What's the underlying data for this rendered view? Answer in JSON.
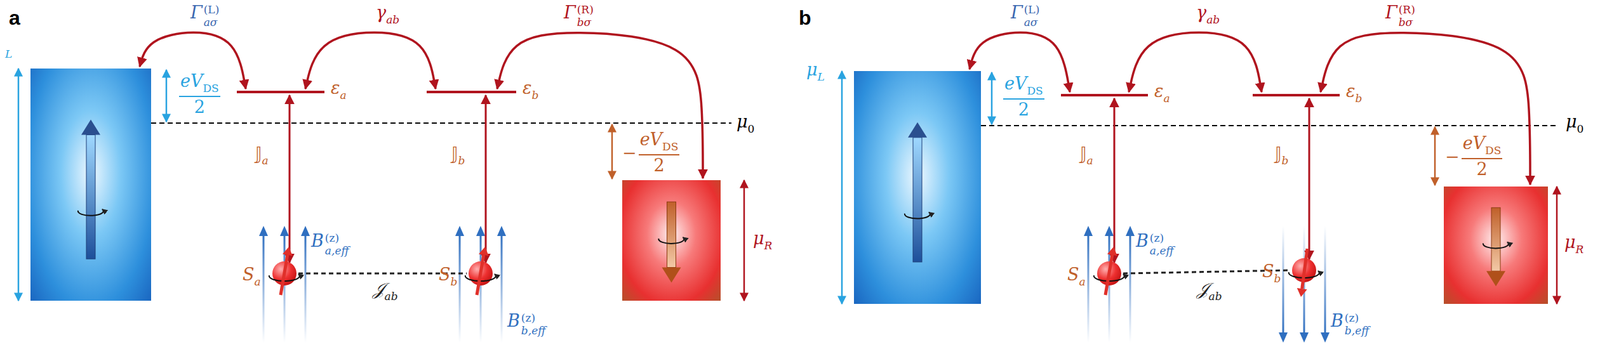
{
  "diagram": {
    "nodes": [
      {
        "text": [
          "L"
        ]
      },
      {
        "text": [
          "ε",
          "a"
        ]
      },
      {
        "text": [
          "ε",
          "b"
        ]
      },
      {
        "text": [
          "μ",
          "R"
        ]
      },
      {
        "text": [
          "S",
          "a"
        ]
      },
      {
        "text": [
          "S",
          "b"
        ]
      },
      {
        "text": [
          "μ",
          "L"
        ]
      },
      {
        "text": [
          "ε",
          "a"
        ]
      },
      {
        "text": [
          "ε",
          "b"
        ]
      },
      {
        "text": [
          "μ",
          "R"
        ]
      },
      {
        "text": [
          "S",
          "a"
        ]
      },
      {
        "text": [
          "S",
          "b"
        ]
      }
    ],
    "edges": [
      {
        "from": 0,
        "to": 1,
        "arrow": "both"
      },
      {
        "from": 1,
        "to": 2,
        "arrow": "both"
      },
      {
        "from": 2,
        "to": 3,
        "arrow": "both"
      },
      {
        "from": 1,
        "to": 4,
        "arrow": "both"
      },
      {
        "from": 2,
        "to": 5,
        "arrow": "both"
      },
      {
        "from": 4,
        "to": 5,
        "arrow": "none"
      },
      {
        "from": 6,
        "to": 7,
        "arrow": "both"
      },
      {
        "from": 7,
        "to": 8,
        "arrow": "both"
      },
      {
        "from": 8,
        "to": 9,
        "arrow": "both"
      },
      {
        "from": 7,
        "to": 10,
        "arrow": "both"
      },
      {
        "from": 8,
        "to": 11,
        "arrow": "both"
      },
      {
        "from": 10,
        "to": 11,
        "arrow": "none"
      }
    ],
    "labels": [
      "a",
      "Γ",
      "(L)",
      "aσ",
      "γ",
      "ab",
      "Γ",
      "(R)",
      "bσ",
      "eV",
      "DS",
      "2",
      "μ",
      "0",
      "−",
      "eV",
      "DS",
      "2",
      "𝕁",
      "a",
      "𝕁",
      "b",
      "B",
      "(z)",
      "a,eff",
      "B",
      "(z)",
      "b,eff",
      "𝒥",
      "ab",
      "b",
      "Γ",
      "(L)",
      "aσ",
      "γ",
      "ab",
      "Γ",
      "(R)",
      "bσ",
      "eV",
      "DS",
      "2",
      "μ",
      "0",
      "−",
      "eV",
      "DS",
      "2",
      "𝕁",
      "a",
      "𝕁",
      "b",
      "B",
      "(z)",
      "a,eff",
      "B",
      "(z)",
      "b,eff",
      "𝒥",
      "ab"
    ]
  }
}
